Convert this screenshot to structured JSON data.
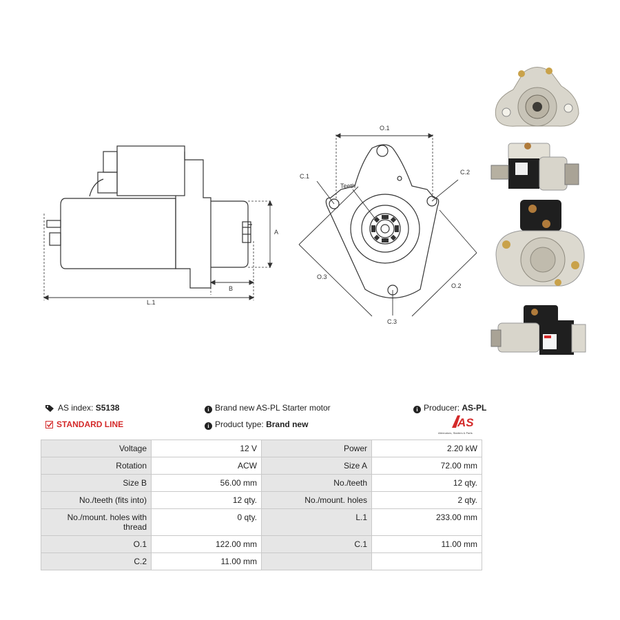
{
  "drawing": {
    "side": {
      "l1": "L.1",
      "a": "A",
      "b": "B"
    },
    "front": {
      "o1": "O.1",
      "o2": "O.2",
      "o3": "O.3",
      "c1": "C.1",
      "c2": "C.2",
      "c3": "C.3",
      "teeth": "Teeth"
    }
  },
  "info": {
    "as_index_label": "AS index:",
    "as_index_value": "S5138",
    "description": "Brand new AS-PL Starter motor",
    "producer_label": "Producer:",
    "producer_value": "AS-PL",
    "standard_line": "STANDARD LINE",
    "product_type_label": "Product type:",
    "product_type_value": "Brand new",
    "logo_text": "AS",
    "logo_tagline": "Alternators, Starters & Parts"
  },
  "specs": [
    {
      "l1": "Voltage",
      "v1": "12 V",
      "l2": "Power",
      "v2": "2.20 kW"
    },
    {
      "l1": "Rotation",
      "v1": "ACW",
      "l2": "Size A",
      "v2": "72.00 mm"
    },
    {
      "l1": "Size B",
      "v1": "56.00 mm",
      "l2": "No./teeth",
      "v2": "12 qty."
    },
    {
      "l1": "No./teeth (fits into)",
      "v1": "12 qty.",
      "l2": "No./mount. holes",
      "v2": "2 qty."
    },
    {
      "l1": "No./mount. holes with thread",
      "v1": "0 qty.",
      "l2": "L.1",
      "v2": "233.00 mm"
    },
    {
      "l1": "O.1",
      "v1": "122.00 mm",
      "l2": "C.1",
      "v2": "11.00 mm"
    },
    {
      "l1": "C.2",
      "v1": "11.00 mm",
      "l2": "",
      "v2": ""
    }
  ]
}
